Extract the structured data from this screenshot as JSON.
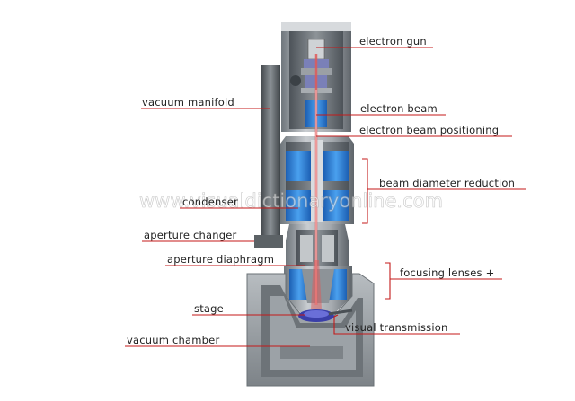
{
  "watermark": "www.visualdictionaryonline.com",
  "labels": {
    "electron_gun": "electron gun",
    "vacuum_manifold": "vacuum manifold",
    "electron_beam": "electron beam",
    "electron_beam_positioning": "electron beam positioning",
    "beam_diameter_reduction": "beam diameter reduction",
    "condenser": "condenser",
    "aperture_changer": "aperture changer",
    "aperture_diaphragm": "aperture diaphragm",
    "focusing_lenses": "focusing lenses +",
    "stage": "stage",
    "visual_transmission": "visual transmission",
    "vacuum_chamber": "vacuum chamber"
  },
  "colors": {
    "leader": "#c41a1a",
    "lens_blue": "#2a7fd6",
    "body_gray": "#9ea3a8",
    "beam": "#e05a5a"
  }
}
